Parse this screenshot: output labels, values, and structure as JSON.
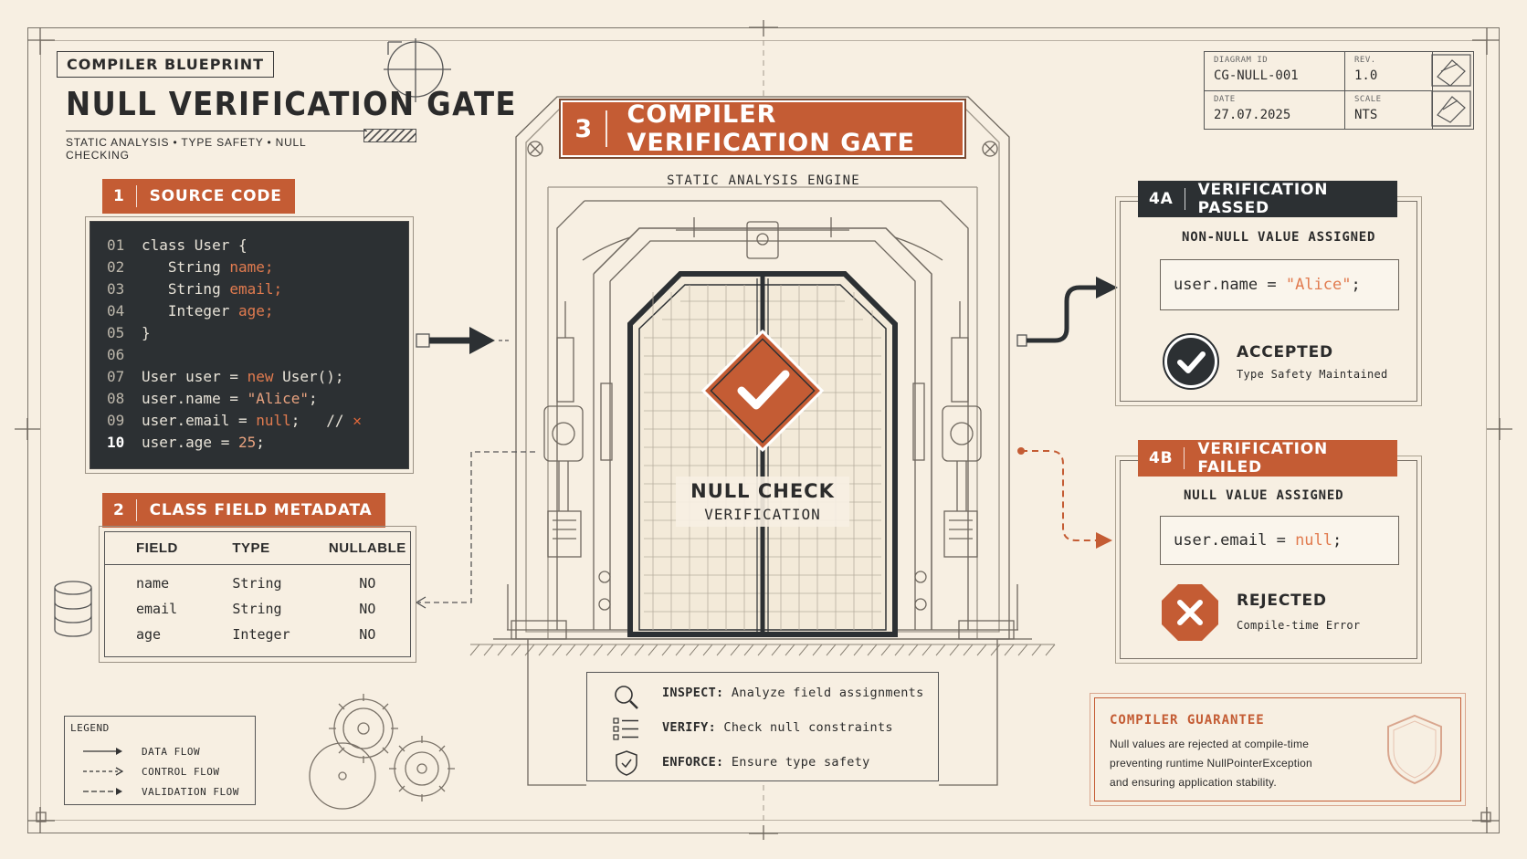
{
  "header": {
    "tag": "COMPILER BLUEPRINT",
    "title": "NULL VERIFICATION GATE",
    "subtitle": "STATIC ANALYSIS • TYPE SAFETY • NULL CHECKING"
  },
  "titleblock": {
    "diagram_id_label": "DIAGRAM ID",
    "diagram_id": "CG-NULL-001",
    "rev_label": "REV.",
    "rev": "1.0",
    "date_label": "DATE",
    "date": "27.07.2025",
    "scale_label": "SCALE",
    "scale": "NTS"
  },
  "source": {
    "num": "1",
    "label": "SOURCE CODE",
    "lines": [
      {
        "n": "01",
        "parts": [
          [
            "t",
            "class User {"
          ]
        ]
      },
      {
        "n": "02",
        "parts": [
          [
            "t",
            "   String "
          ],
          [
            "k",
            "name;"
          ]
        ]
      },
      {
        "n": "03",
        "parts": [
          [
            "t",
            "   String "
          ],
          [
            "k",
            "email;"
          ]
        ]
      },
      {
        "n": "04",
        "parts": [
          [
            "t",
            "   Integer "
          ],
          [
            "k",
            "age;"
          ]
        ]
      },
      {
        "n": "05",
        "parts": [
          [
            "t",
            "}"
          ]
        ]
      },
      {
        "n": "06",
        "parts": [
          [
            "t",
            ""
          ]
        ]
      },
      {
        "n": "07",
        "parts": [
          [
            "t",
            "User user = "
          ],
          [
            "k",
            "new"
          ],
          [
            "t",
            " User();"
          ]
        ]
      },
      {
        "n": "08",
        "parts": [
          [
            "t",
            "user.name = "
          ],
          [
            "s",
            "\"Alice\""
          ],
          [
            "t",
            ";"
          ]
        ]
      },
      {
        "n": "09",
        "parts": [
          [
            "t",
            "user.email = "
          ],
          [
            "k",
            "null"
          ],
          [
            "t",
            ";   // "
          ],
          [
            "x",
            "✕"
          ]
        ]
      },
      {
        "n": "10",
        "parts": [
          [
            "t",
            "user.age = "
          ],
          [
            "s",
            "25"
          ],
          [
            "t",
            ";"
          ]
        ]
      }
    ]
  },
  "metadata": {
    "num": "2",
    "label": "CLASS FIELD METADATA",
    "headers": [
      "FIELD",
      "TYPE",
      "NULLABLE"
    ],
    "rows": [
      [
        "name",
        "String",
        "NO"
      ],
      [
        "email",
        "String",
        "NO"
      ],
      [
        "age",
        "Integer",
        "NO"
      ]
    ]
  },
  "gate": {
    "num": "3",
    "label": "COMPILER VERIFICATION GATE",
    "engine": "STATIC ANALYSIS ENGINE",
    "check_line1": "NULL CHECK",
    "check_line2": "VERIFICATION"
  },
  "steps": [
    {
      "key": "INSPECT:",
      "text": " Analyze field assignments",
      "icon": "magnifier-icon"
    },
    {
      "key": "VERIFY:",
      "text": " Check null constraints",
      "icon": "checklist-icon"
    },
    {
      "key": "ENFORCE:",
      "text": " Ensure type safety",
      "icon": "shield-check-icon"
    }
  ],
  "passed": {
    "num": "4A",
    "label": "VERIFICATION PASSED",
    "sub": "NON-NULL VALUE ASSIGNED",
    "code_prefix": "user.name = ",
    "code_value": "\"Alice\"",
    "code_suffix": ";",
    "status": "ACCEPTED",
    "status_sub": "Type Safety Maintained"
  },
  "failed": {
    "num": "4B",
    "label": "VERIFICATION FAILED",
    "sub": "NULL VALUE ASSIGNED",
    "code_prefix": "user.email = ",
    "code_value": "null",
    "code_suffix": ";",
    "status": "REJECTED",
    "status_sub": "Compile-time Error"
  },
  "guarantee": {
    "title": "COMPILER GUARANTEE",
    "line1": "Null values are rejected at compile-time",
    "line2": "preventing runtime NullPointerException",
    "line3": "and ensuring application stability."
  },
  "legend": {
    "title": "LEGEND",
    "items": [
      "DATA FLOW",
      "CONTROL FLOW",
      "VALIDATION FLOW"
    ]
  },
  "colors": {
    "accent": "#c45c34",
    "dark": "#2c3033",
    "paper": "#f7efe2"
  }
}
